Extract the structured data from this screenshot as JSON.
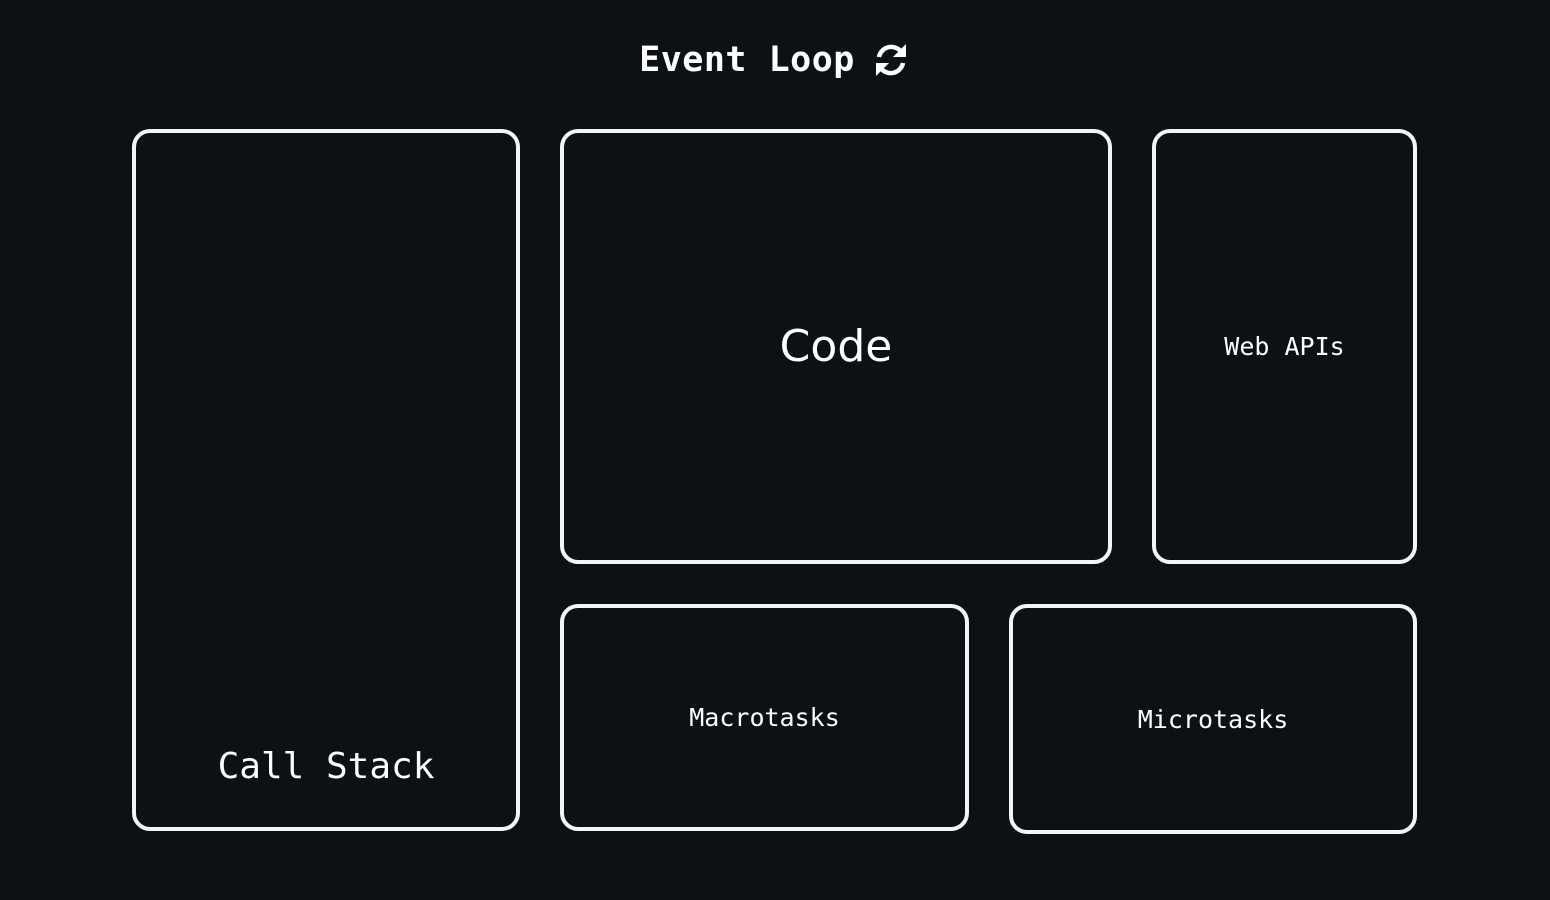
{
  "title": {
    "text": "Event Loop",
    "icon": "refresh-icon"
  },
  "boxes": {
    "call_stack": "Call Stack",
    "code": "Code",
    "web_apis": "Web APIs",
    "macrotasks": "Macrotasks",
    "microtasks": "Microtasks"
  },
  "colors": {
    "background": "#0d1116",
    "border": "#f2f4f7",
    "text": "#ffffff"
  }
}
